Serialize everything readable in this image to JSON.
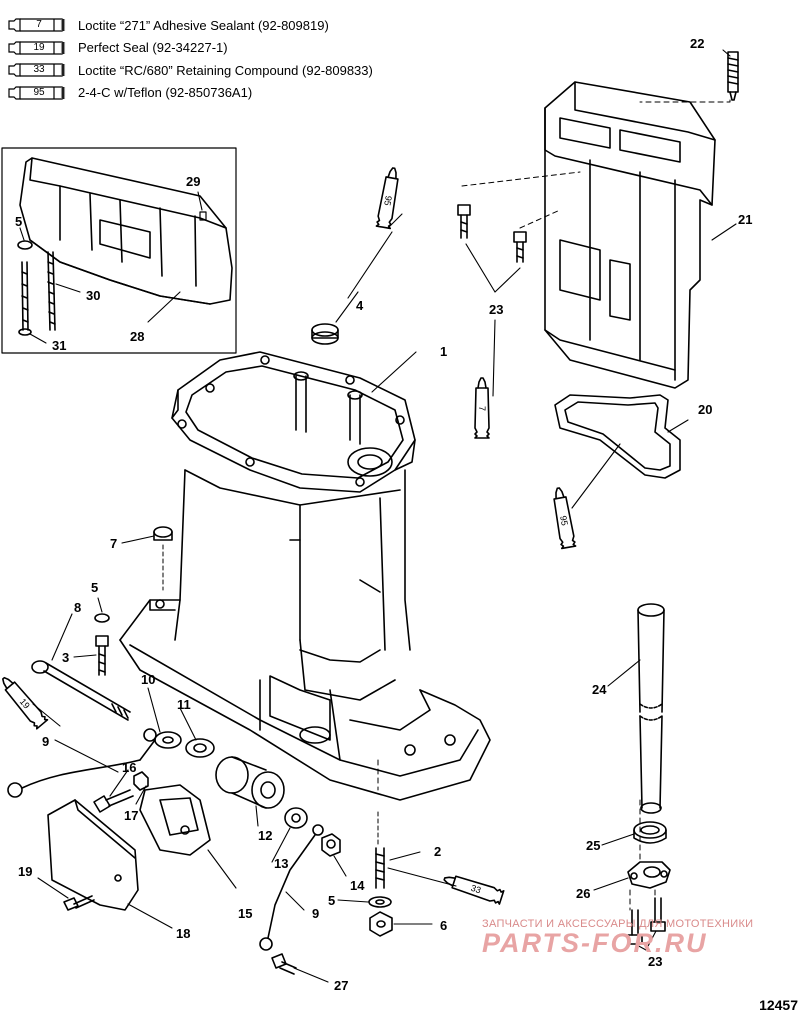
{
  "legend": [
    {
      "code": "7",
      "text": "Loctite “271” Adhesive Sealant (92-809819)"
    },
    {
      "code": "19",
      "text": "Perfect Seal (92-34227-1)"
    },
    {
      "code": "33",
      "text": "Loctite “RC/680” Retaining Compound (92-809833)"
    },
    {
      "code": "95",
      "text": "2-4-C w/Teflon (92-850736A1)"
    }
  ],
  "callouts": [
    "1",
    "2",
    "3",
    "4",
    "5",
    "5",
    "5",
    "6",
    "7",
    "8",
    "9",
    "9",
    "10",
    "11",
    "12",
    "13",
    "14",
    "15",
    "16",
    "17",
    "18",
    "19",
    "20",
    "21",
    "22",
    "23",
    "23",
    "24",
    "25",
    "26",
    "27",
    "28",
    "29",
    "30",
    "31"
  ],
  "tube_labels": [
    "95",
    "7",
    "95",
    "19",
    "33"
  ],
  "figure_number": "12457",
  "watermark": {
    "tagline": "ЗАПЧАСТИ И АКСЕССУАРЫ ДЛЯ МОТОТЕХНИКИ",
    "logo": "PARTS-FOR.RU"
  }
}
